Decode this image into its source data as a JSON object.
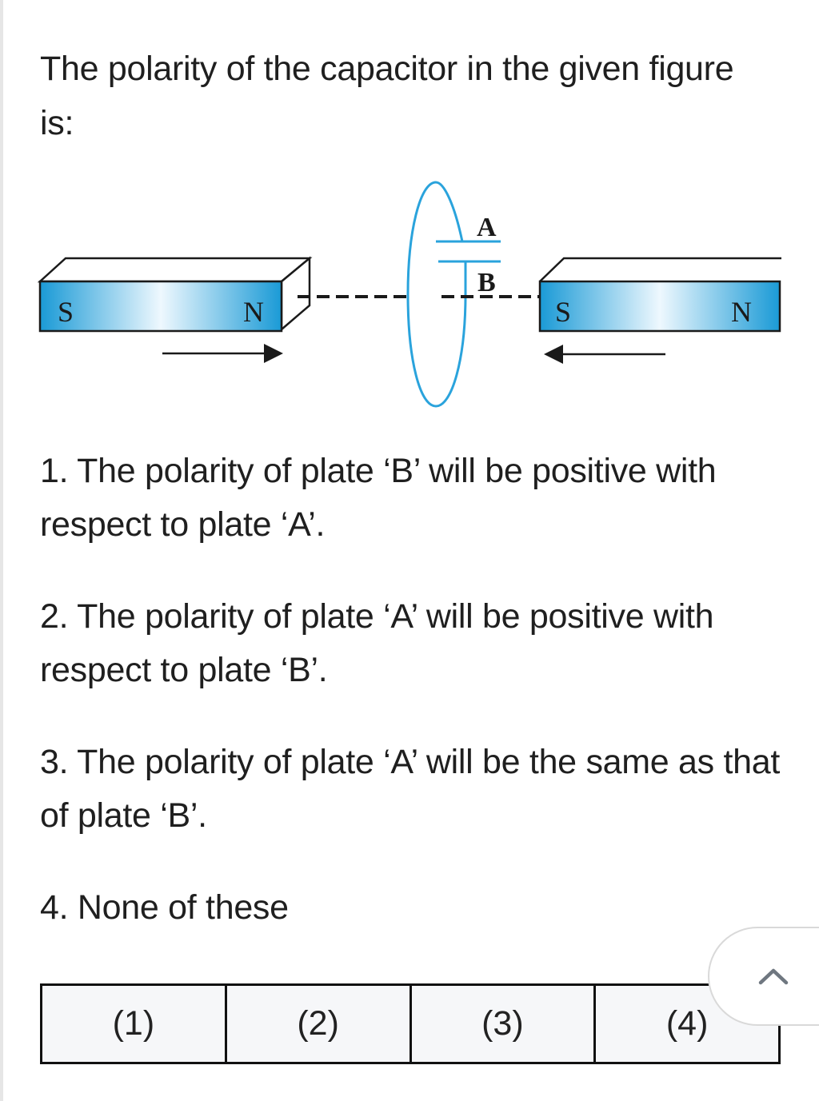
{
  "question": {
    "text": "The polarity of the capacitor in the given figure is:"
  },
  "figure": {
    "left_magnet": {
      "left_pole": "S",
      "right_pole": "N",
      "motion": "right"
    },
    "right_magnet": {
      "left_pole": "S",
      "right_pole": "N",
      "motion": "left"
    },
    "plate_top_label": "A",
    "plate_bottom_label": "B",
    "colors": {
      "magnet_dark": "#1a9ad6",
      "magnet_light": "#eef8fe",
      "loop": "#2aa3dc",
      "outline": "#1a1a1a"
    }
  },
  "options": [
    {
      "number": "1.",
      "text": "1. The polarity of plate ‘B’ will be positive with respect to plate ‘A’."
    },
    {
      "number": "2.",
      "text": "2. The polarity of plate ‘A’ will be positive with respect to plate ‘B’."
    },
    {
      "number": "3.",
      "text": "3. The polarity of plate ‘A’ will be the same as that of plate ‘B’."
    },
    {
      "number": "4.",
      "text": "4. None of these"
    }
  ],
  "answer_choices": [
    "(1)",
    "(2)",
    "(3)",
    "(4)"
  ],
  "scroll_top_button": {
    "icon": "chevron-up-icon"
  }
}
